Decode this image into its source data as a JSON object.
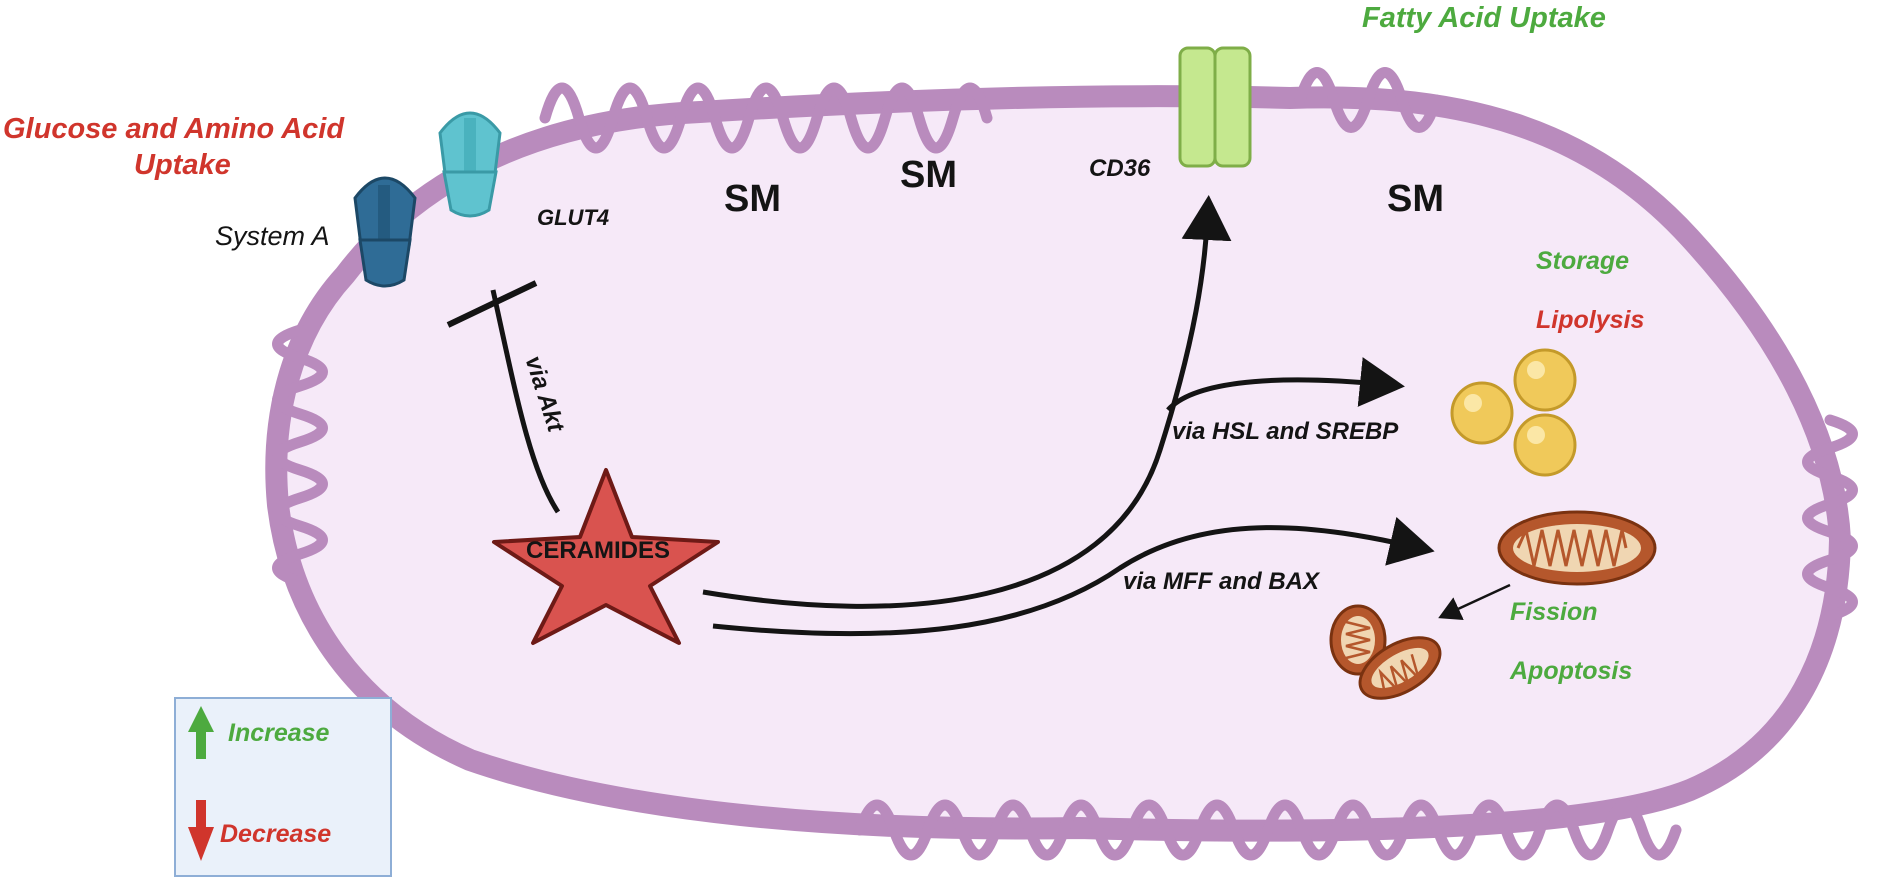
{
  "colors": {
    "membrane": "#b98bbd",
    "cytoplasm": "#f6e9f8",
    "increase": "#4daa3f",
    "decrease": "#d0352c",
    "ceramide_star": "#d9534f",
    "glut4": "#5fc3cf",
    "system_a": "#2f6c96",
    "cd36": "#c5e88f",
    "lipid_droplet": "#f0c95a",
    "mitochondria": "#b5572c"
  },
  "labels": {
    "glucose_amino_line1": "Glucose and Amino Acid",
    "glucose_amino_line2": "Uptake",
    "fatty_acid_uptake": "Fatty Acid Uptake",
    "system_a": "System A",
    "glut4": "GLUT4",
    "cd36": "CD36",
    "sm1": "SM",
    "sm2": "SM",
    "sm3": "SM",
    "via_akt": "via Akt",
    "ceramides": "CERAMIDES",
    "via_hsl": "via HSL and SREBP",
    "via_mff": "via MFF and BAX",
    "storage": "Storage",
    "lipolysis": "Lipolysis",
    "fission": "Fission",
    "apoptosis": "Apoptosis"
  },
  "legend": {
    "increase": "Increase",
    "decrease": "Decrease"
  },
  "icons": [
    "system-a-transporter-icon",
    "glut4-transporter-icon",
    "cd36-transporter-icon",
    "ceramide-star-icon",
    "lipid-droplet-icon",
    "mitochondrion-icon",
    "fragmented-mitochondria-icon",
    "up-arrow-icon",
    "down-arrow-icon"
  ]
}
